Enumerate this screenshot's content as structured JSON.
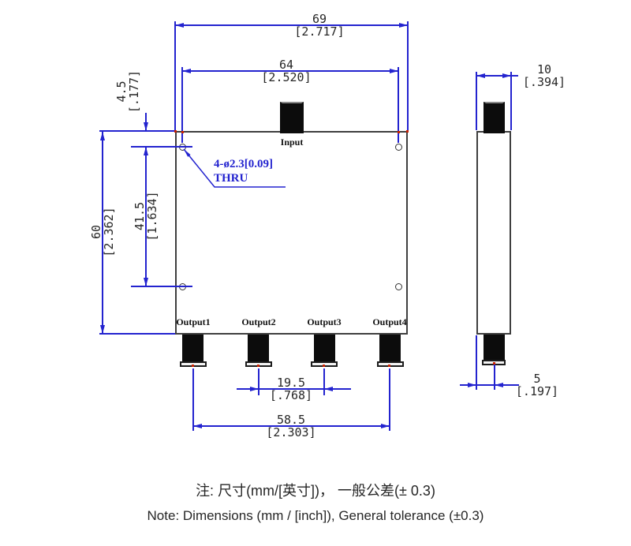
{
  "drawing": {
    "front_view": {
      "input_label": "Input",
      "output_labels": [
        "Output1",
        "Output2",
        "Output3",
        "Output4"
      ],
      "hole_callout": {
        "line1": "4-ø2.3[0.09]",
        "line2": "THRU"
      },
      "dimensions": {
        "overall_width": {
          "mm": "69",
          "inch": "[2.717]"
        },
        "hole_span_h": {
          "mm": "64",
          "inch": "[2.520]"
        },
        "hole_offset_top": {
          "mm": "4.5",
          "inch": "[.177]"
        },
        "overall_height": {
          "mm": "60",
          "inch": "[2.362]"
        },
        "hole_span_v": {
          "mm": "41.5",
          "inch": "[1.634]"
        },
        "output_pitch": {
          "mm": "19.5",
          "inch": "[.768]"
        },
        "output_span": {
          "mm": "58.5",
          "inch": "[2.303]"
        }
      }
    },
    "side_view": {
      "dimensions": {
        "thickness": {
          "mm": "10",
          "inch": "[.394]"
        },
        "connector_offset": {
          "mm": "5",
          "inch": "[.197]"
        }
      }
    },
    "notes": {
      "chinese": "注: 尺寸(mm/[英寸])， 一般公差(± 0.3)",
      "english": "Note: Dimensions (mm / [inch]), General tolerance (±0.3)"
    },
    "colors": {
      "dimension_blue": "#2323cf",
      "outline_dark": "#3f3f3f",
      "connector_black": "#0c0c0c",
      "defpoint_red": "#cc2200",
      "note_text": "#262626"
    }
  }
}
